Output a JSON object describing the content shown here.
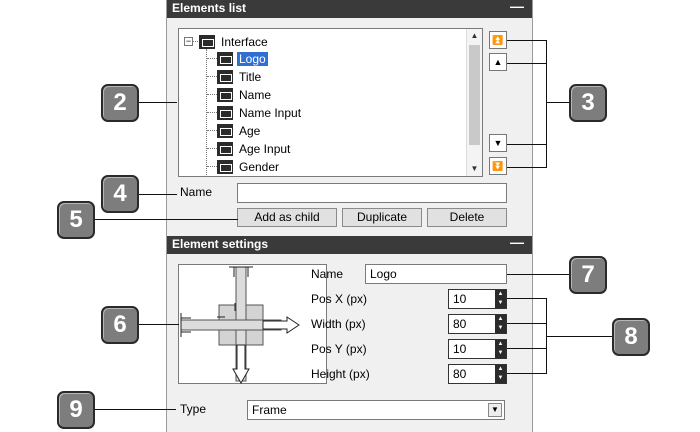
{
  "elements_list": {
    "header": "Elements list",
    "collapse": "—",
    "tree": [
      "Interface",
      "Logo",
      "Title",
      "Name",
      "Name Input",
      "Age",
      "Age Input",
      "Gender"
    ],
    "expander": "−",
    "order_buttons": [
      "move-to-top",
      "move-up",
      "move-down",
      "move-to-bottom"
    ],
    "name_label": "Name",
    "name_value": "",
    "add_child": "Add as child",
    "duplicate": "Duplicate",
    "delete": "Delete"
  },
  "element_settings": {
    "header": "Element settings",
    "collapse": "—",
    "name_label": "Name",
    "name_value": "Logo",
    "pos_x_label": "Pos X (px)",
    "pos_x": "10",
    "width_label": "Width (px)",
    "width": "80",
    "pos_y_label": "Pos Y (px)",
    "pos_y": "10",
    "height_label": "Height (px)",
    "height": "80",
    "type_label": "Type",
    "type_value": "Frame"
  },
  "callouts": [
    "2",
    "3",
    "4",
    "5",
    "6",
    "7",
    "8",
    "9"
  ],
  "colors": {
    "header_bg": "#3a3a3a",
    "selection": "#2f6fd1",
    "callout_bg": "#7d7d7d"
  }
}
